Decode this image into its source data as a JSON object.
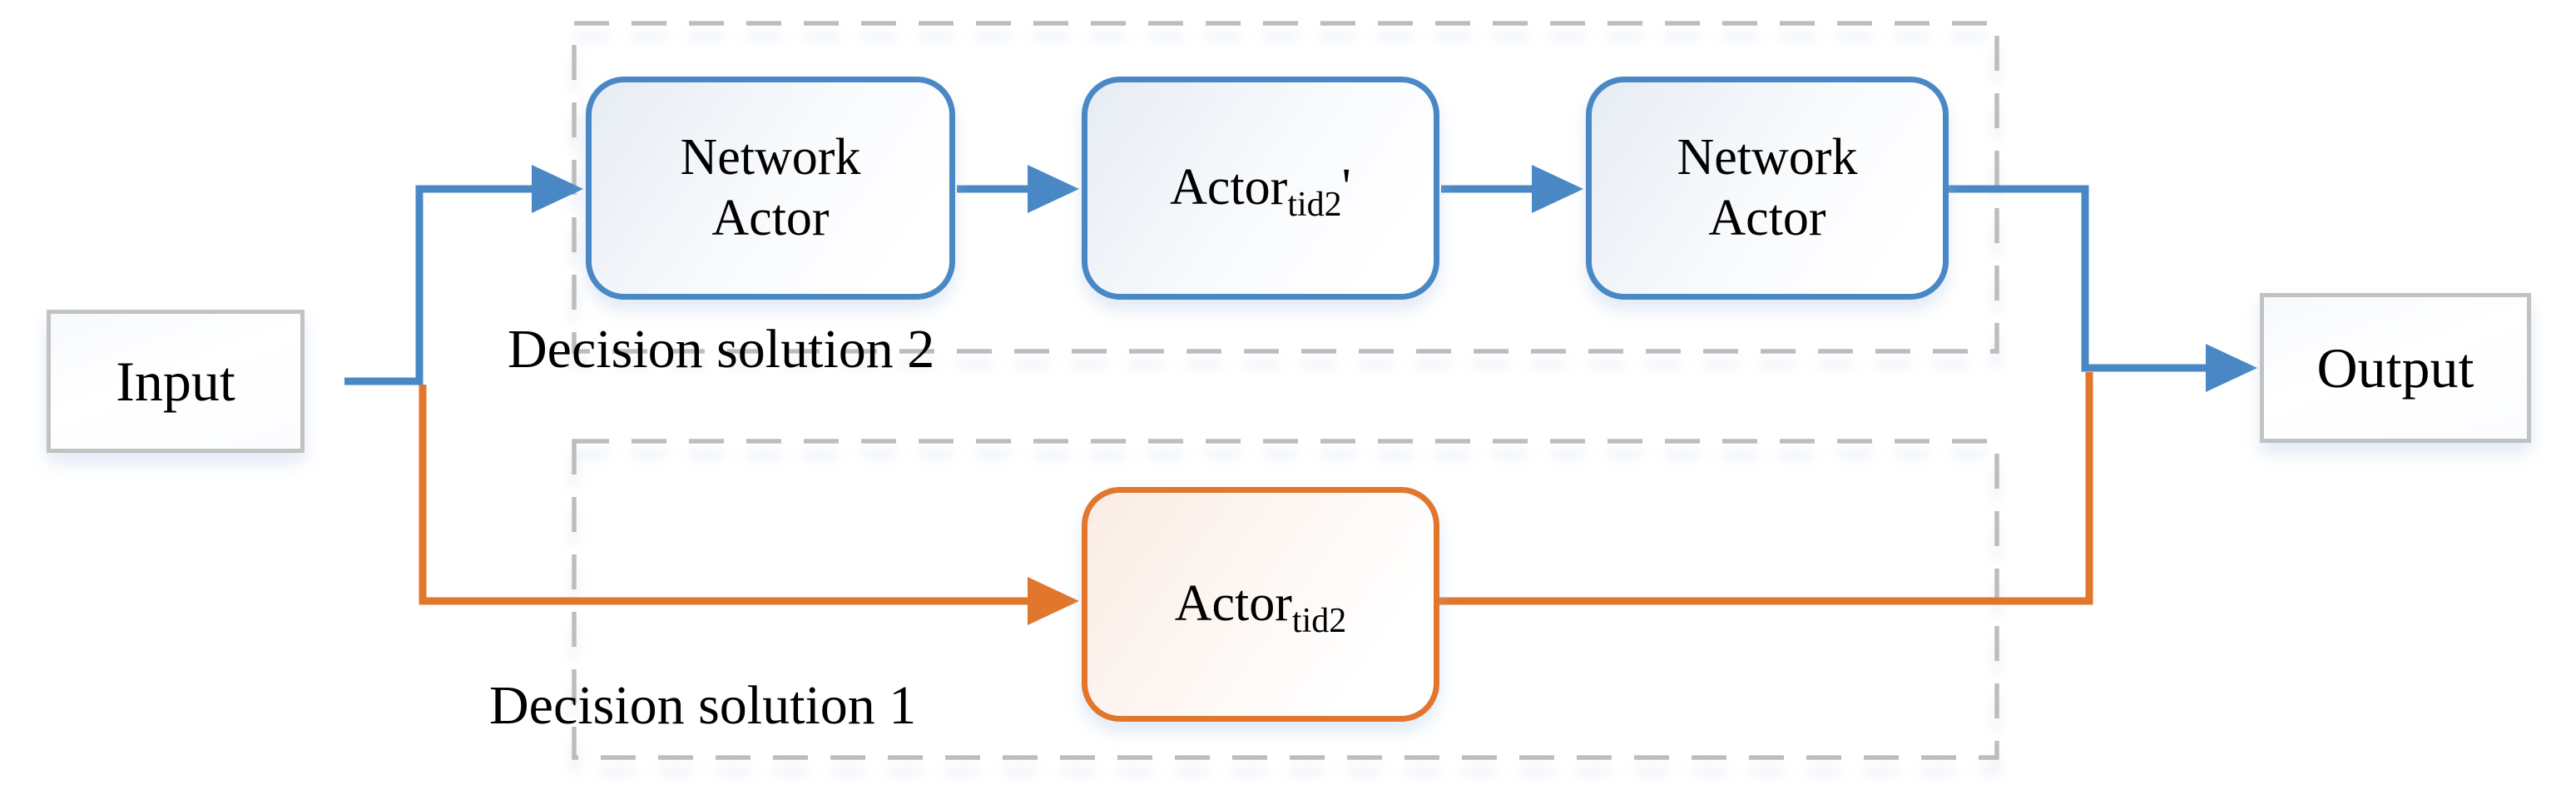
{
  "diagram": {
    "nodes": {
      "input": {
        "label": "Input"
      },
      "network_actor_1": {
        "line1": "Network",
        "line2": "Actor"
      },
      "actor_tid2_prime": {
        "base": "Actor",
        "sub": "tid2",
        "suffix": "'"
      },
      "network_actor_2": {
        "line1": "Network",
        "line2": "Actor"
      },
      "actor_tid2": {
        "base": "Actor",
        "sub": "tid2"
      },
      "output": {
        "label": "Output"
      }
    },
    "groups": {
      "solution2": {
        "label": "Decision solution 2"
      },
      "solution1": {
        "label": "Decision solution 1"
      }
    },
    "edges": [
      {
        "from": "input",
        "to": "network_actor_1",
        "color": "blue"
      },
      {
        "from": "network_actor_1",
        "to": "actor_tid2_prime",
        "color": "blue"
      },
      {
        "from": "actor_tid2_prime",
        "to": "network_actor_2",
        "color": "blue"
      },
      {
        "from": "network_actor_2",
        "to": "output",
        "color": "blue"
      },
      {
        "from": "input",
        "to": "actor_tid2",
        "color": "orange"
      },
      {
        "from": "actor_tid2",
        "to": "output",
        "color": "orange"
      }
    ],
    "colors": {
      "blue": "#4a88c5",
      "orange": "#e1762d",
      "io_border_gray": "#c2c2c2",
      "dash_gray": "#bdbdbd",
      "text": "#000000"
    }
  }
}
